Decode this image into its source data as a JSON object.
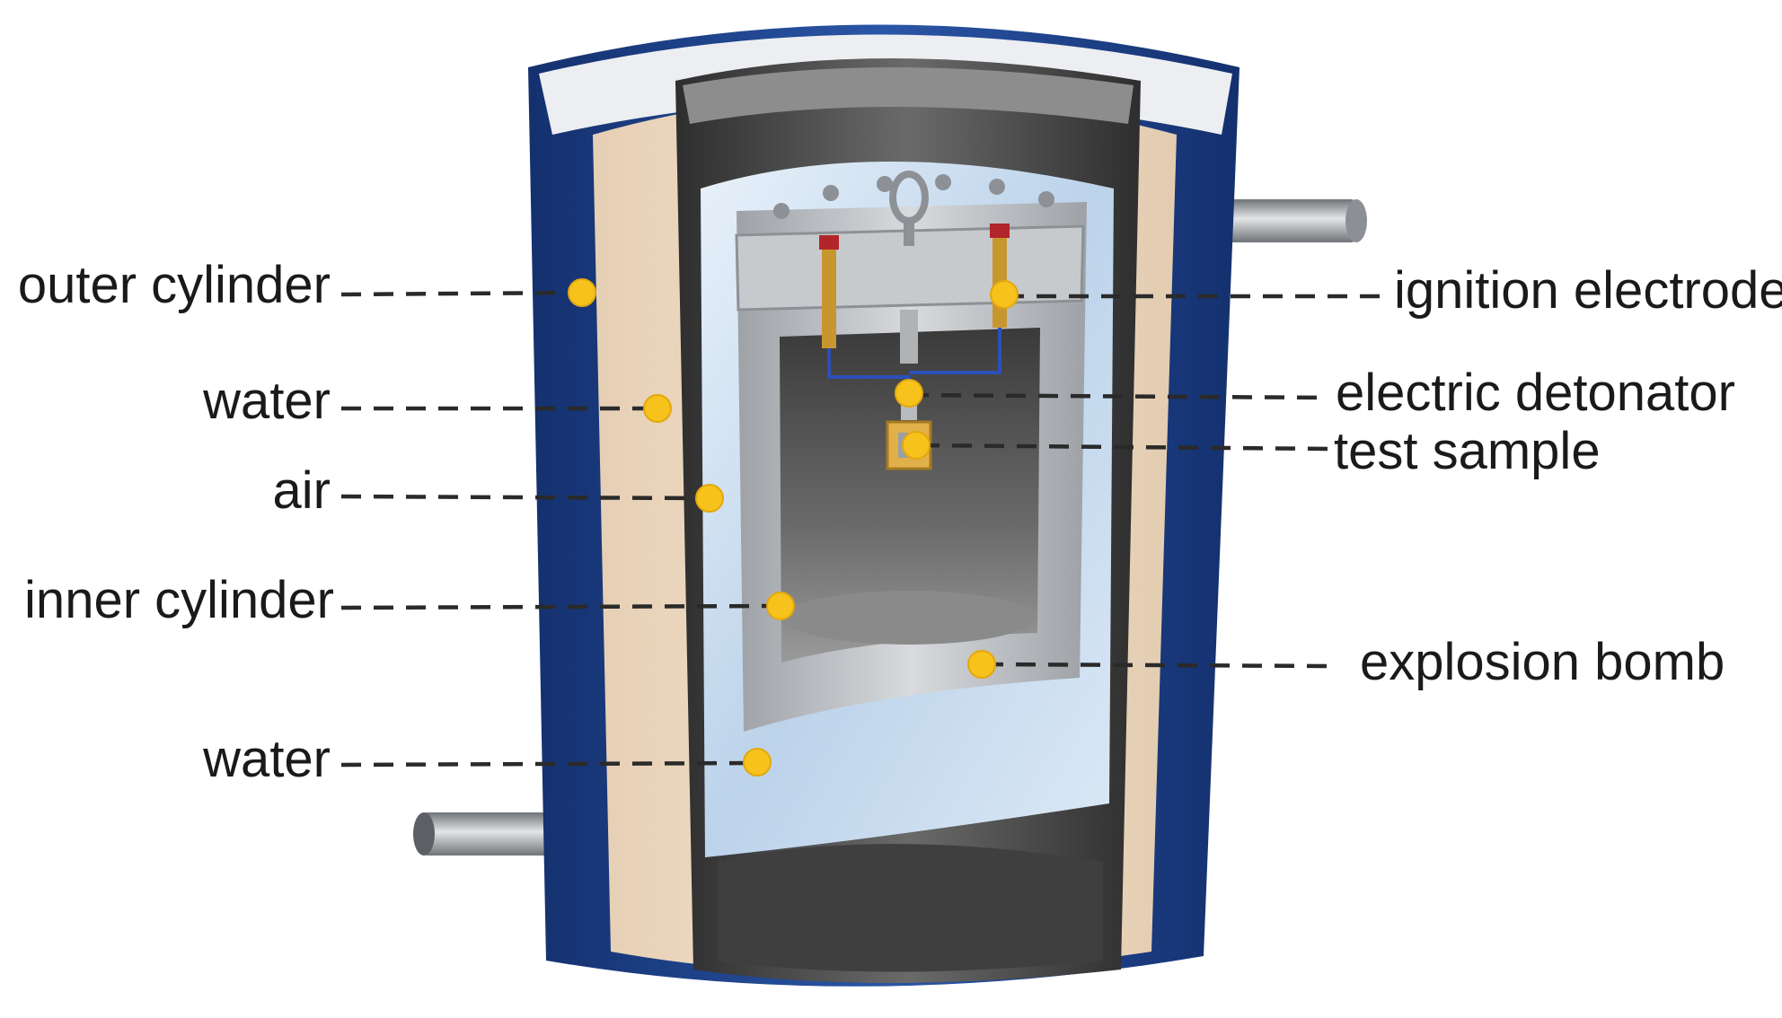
{
  "labels": {
    "outer_cylinder": "outer cylinder",
    "water_upper": "water",
    "air": "air",
    "inner_cylinder": "inner cylinder",
    "water_lower": "water",
    "ignition_electrode": "ignition electrode",
    "electric_detonator": "electric detonator",
    "test_sample": "test sample",
    "explosion_bomb": "explosion bomb"
  },
  "colors": {
    "outer_shell": "#1d3f86",
    "water_fill": "#efdcc6",
    "inner_wall": "#4a4a4a",
    "ice_layer": "#cfe0f0",
    "steel": "#b9bcc0",
    "marker": "#f7c21b"
  }
}
